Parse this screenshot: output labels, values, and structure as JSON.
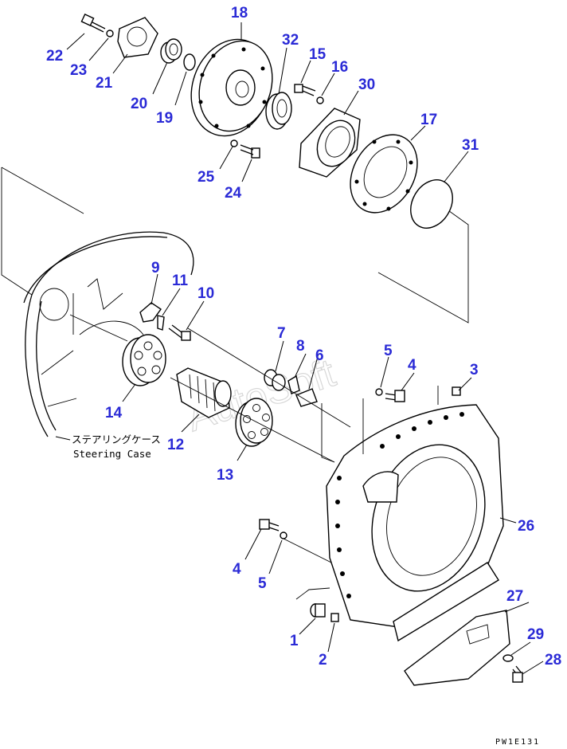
{
  "callouts": [
    {
      "n": "22"
    },
    {
      "n": "23"
    },
    {
      "n": "21"
    },
    {
      "n": "20"
    },
    {
      "n": "19"
    },
    {
      "n": "18"
    },
    {
      "n": "32"
    },
    {
      "n": "15"
    },
    {
      "n": "16"
    },
    {
      "n": "30"
    },
    {
      "n": "17"
    },
    {
      "n": "31"
    },
    {
      "n": "25"
    },
    {
      "n": "24"
    },
    {
      "n": "9"
    },
    {
      "n": "11"
    },
    {
      "n": "10"
    },
    {
      "n": "14"
    },
    {
      "n": "12"
    },
    {
      "n": "13"
    },
    {
      "n": "7"
    },
    {
      "n": "8"
    },
    {
      "n": "6"
    },
    {
      "n": "5"
    },
    {
      "n": "4"
    },
    {
      "n": "3"
    },
    {
      "n": "26"
    },
    {
      "n": "4"
    },
    {
      "n": "5"
    },
    {
      "n": "1"
    },
    {
      "n": "2"
    },
    {
      "n": "27"
    },
    {
      "n": "29"
    },
    {
      "n": "28"
    }
  ],
  "caption": {
    "jp": "ステアリングケース",
    "en": "Steering Case"
  },
  "watermark": "AutoSoft",
  "drawing_code": "PW1E131"
}
